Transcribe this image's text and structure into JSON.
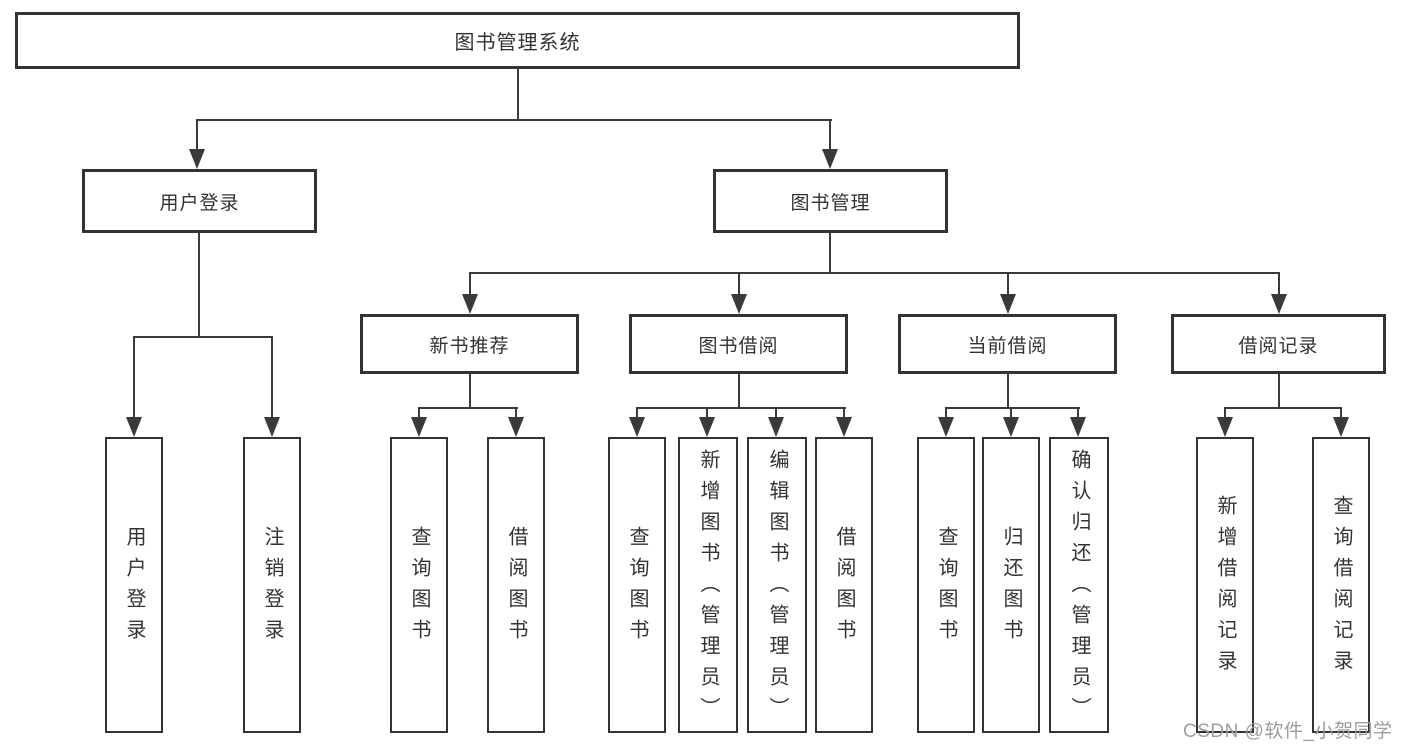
{
  "diagram": {
    "root": {
      "label": "图书管理系统"
    },
    "branches": [
      {
        "label": "用户登录",
        "children": [
          {
            "label": "用户登录"
          },
          {
            "label": "注销登录"
          }
        ]
      },
      {
        "label": "图书管理",
        "children": [
          {
            "label": "新书推荐",
            "children": [
              {
                "label": "查询图书"
              },
              {
                "label": "借阅图书"
              }
            ]
          },
          {
            "label": "图书借阅",
            "children": [
              {
                "label": "查询图书"
              },
              {
                "label": "新增图书（管理员）"
              },
              {
                "label": "编辑图书（管理员）"
              },
              {
                "label": "借阅图书"
              }
            ]
          },
          {
            "label": "当前借阅",
            "children": [
              {
                "label": "查询图书"
              },
              {
                "label": "归还图书"
              },
              {
                "label": "确认归还（管理员）"
              }
            ]
          },
          {
            "label": "借阅记录",
            "children": [
              {
                "label": "新增借阅记录"
              },
              {
                "label": "查询借阅记录"
              }
            ]
          }
        ]
      }
    ]
  },
  "watermark": {
    "text": "CSDN @软件_小贺同学"
  },
  "colors": {
    "line": "#3a3a3a",
    "box_border": "#333333",
    "text": "#333333",
    "watermark": "#9e9e9e",
    "background": "#ffffff"
  }
}
